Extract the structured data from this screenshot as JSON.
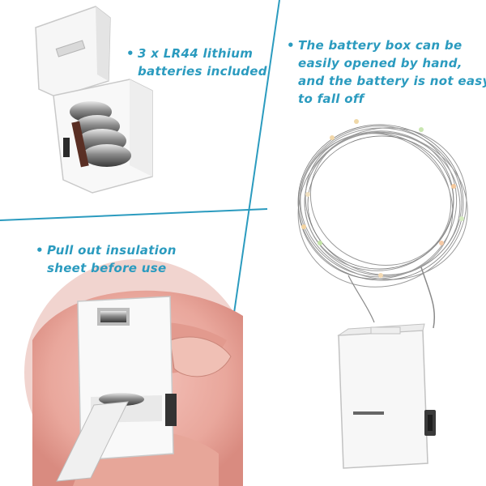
{
  "accent_color": "#2b9bbf",
  "captions": {
    "batteries": {
      "bullet": "•",
      "lines": [
        "3 x LR44 lithium",
        "batteries included"
      ]
    },
    "battery_box": {
      "bullet": "•",
      "lines": [
        "The battery box can be",
        "easily opened by hand,",
        "and the battery is not easy",
        "to fall off"
      ]
    },
    "insulation": {
      "bullet": "•",
      "lines": [
        "Pull out insulation",
        "sheet before use"
      ]
    }
  }
}
